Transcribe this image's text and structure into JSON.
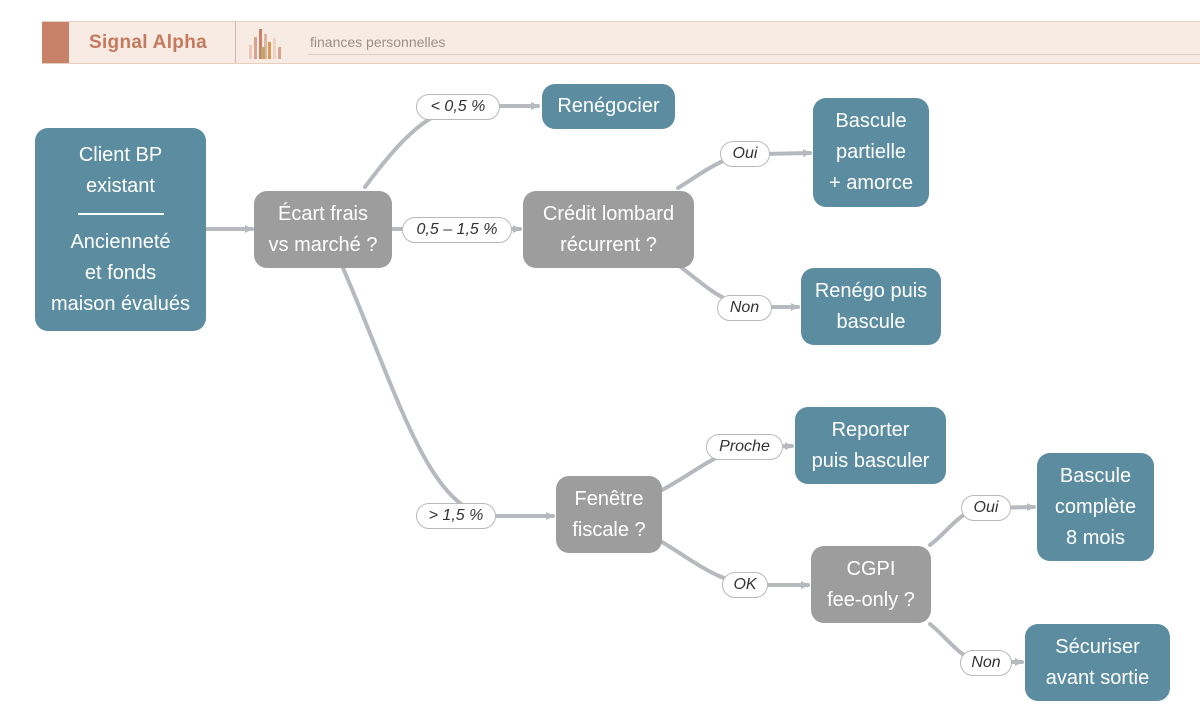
{
  "header": {
    "brand_name": "Signal Alpha",
    "subtitle": "finances personnelles",
    "colors": {
      "brand": "#c5795f",
      "background": "#f8ebe3",
      "block": "#c9826a"
    }
  },
  "diagram": {
    "colors": {
      "leaf": "#5b8ca0",
      "decision": "#9d9d9d",
      "edge": "#b6b9bd"
    },
    "root": {
      "line1": "Client BP",
      "line2": "existant",
      "line3": "Ancienneté",
      "line4": "et fonds",
      "line5": "maison évalués"
    },
    "decisions": {
      "ecart": {
        "line1": "Écart frais",
        "line2": "vs marché ?"
      },
      "lombard": {
        "line1": "Crédit lombard",
        "line2": "récurrent ?"
      },
      "fenetre": {
        "line1": "Fenêtre",
        "line2": "fiscale ?"
      },
      "cgpi": {
        "line1": "CGPI",
        "line2": "fee-only ?"
      }
    },
    "leaves": {
      "renegocier": {
        "line1": "Renégocier"
      },
      "bascule_partielle": {
        "line1": "Bascule",
        "line2": "partielle",
        "line3": "+ amorce"
      },
      "renego_puis": {
        "line1": "Renégo puis",
        "line2": "bascule"
      },
      "reporter": {
        "line1": "Reporter",
        "line2": "puis basculer"
      },
      "bascule_complete": {
        "line1": "Bascule",
        "line2": "complète",
        "line3": "8 mois"
      },
      "securiser": {
        "line1": "Sécuriser",
        "line2": "avant sortie"
      }
    },
    "edge_labels": {
      "low": "< 0,5 %",
      "mid": "0,5 – 1,5 %",
      "high": "> 1,5 %",
      "lombard_yes": "Oui",
      "lombard_no": "Non",
      "proche": "Proche",
      "ok": "OK",
      "cgpi_yes": "Oui",
      "cgpi_no": "Non"
    }
  }
}
